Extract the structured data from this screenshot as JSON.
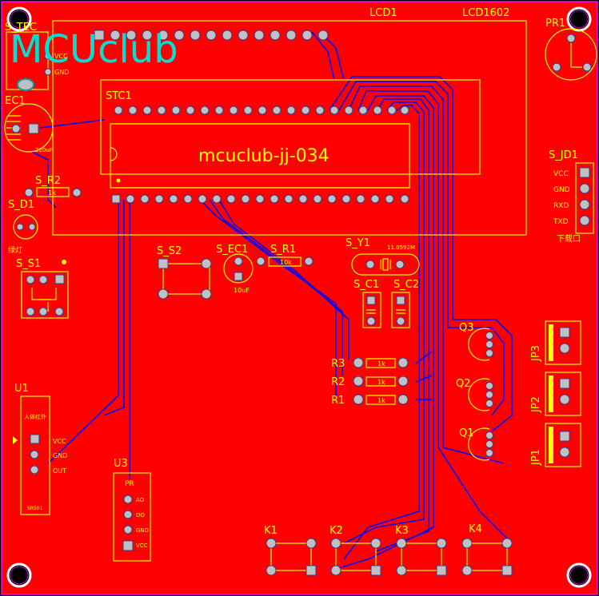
{
  "logo": "MCUclub",
  "lcd_ref": "LCD1",
  "lcd_value": "LCD1602",
  "stc_ref": "STC1",
  "chip_text": "mcuclub-jj-034",
  "labels": {
    "s_tec": "S_TEC",
    "ec1": "EC1",
    "ec1_val": "220uF",
    "vcc_small": "VCC",
    "gnd_small": "GND",
    "s_r2": "S_R2",
    "r2_val": "1k",
    "s_d1": "S_D1",
    "led_label": "绿灯",
    "s_s1": "S_S1",
    "s_s2": "S_S2",
    "s_ec1": "S_EC1",
    "s_ec1_val": "10uF",
    "s_r1": "S_R1",
    "s_r1_val": "10k",
    "s_y1": "S_Y1",
    "s_y1_val": "11.0592M",
    "s_c1": "S_C1",
    "s_c2": "S_C2",
    "pr1": "PR1",
    "s_jd1": "S_JD1",
    "jd_vcc": "VCC",
    "jd_gnd": "GND",
    "jd_rxd": "RXD",
    "jd_txd": "TXD",
    "jd_note": "下载口",
    "r3": "R3",
    "r2": "R2",
    "r1": "R1",
    "r_val": "1k",
    "q3": "Q3",
    "q2": "Q2",
    "q1": "Q1",
    "jp3": "JP3",
    "jp2": "JP2",
    "jp1": "JP1",
    "u1": "U1",
    "u1_title": "人体红外",
    "u1_vcc": "VCC",
    "u1_gnd": "GND",
    "u1_out": "OUT",
    "u1_part": "SR501",
    "u3": "U3",
    "u3_title": "PR",
    "u3_ao": "AO",
    "u3_do": "DO",
    "u3_gnd": "GND",
    "u3_vcc": "VCC",
    "k1": "K1",
    "k2": "K2",
    "k3": "K3",
    "k4": "K4"
  },
  "colors": {
    "board": "#ff0000",
    "silkscreen": "#ffff00",
    "trace": "#0000ff",
    "logo": "#00e0d0",
    "pad": "#c0c0c0",
    "outline": "#ff00ff"
  }
}
